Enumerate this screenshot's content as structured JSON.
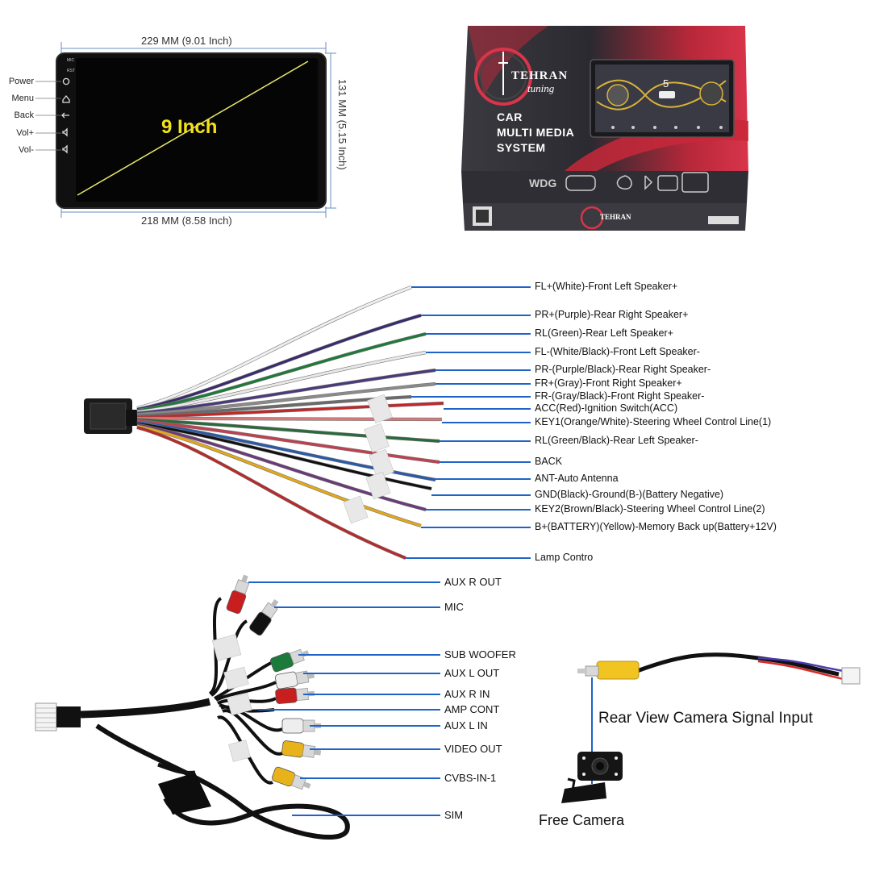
{
  "head_unit": {
    "screen_size_label": "9 Inch",
    "width_top": "229 MM (9.01 Inch)",
    "width_bottom": "218 MM (8.58 Inch)",
    "height_side": "131 MM (5.15 Inch)",
    "buttons": [
      "Power",
      "Menu",
      "Back",
      "Vol+",
      "Vol-"
    ],
    "panel_tags": [
      "MIC",
      "RST"
    ]
  },
  "box": {
    "brand_line1": "TEHRAN",
    "brand_line2": "tuning",
    "tagline": [
      "CAR",
      "MULTI MEDIA",
      "SYSTEM"
    ],
    "screen_clock": "5",
    "side_brand": "TEHRAN"
  },
  "harness_labels": [
    {
      "text": "FL+(White)-Front Left Speaker+",
      "color": "#f0f0f0"
    },
    {
      "text": "PR+(Purple)-Rear Right Speaker+",
      "color": "#3a2a6e"
    },
    {
      "text": "RL(Green)-Rear Left Speaker+",
      "color": "#1f7a3a"
    },
    {
      "text": "FL-(White/Black)-Front Left Speaker-",
      "color": "#e8e8e8"
    },
    {
      "text": "PR-(Purple/Black)-Rear Right Speaker-",
      "color": "#4a3a7a"
    },
    {
      "text": "FR+(Gray)-Front Right Speaker+",
      "color": "#8a8a8a"
    },
    {
      "text": "FR-(Gray/Black)-Front Right Speaker-",
      "color": "#6a6a6a"
    },
    {
      "text": "ACC(Red)-Ignition Switch(ACC)",
      "color": "#c0282a"
    },
    {
      "text": "KEY1(Orange/White)-Steering Wheel Control Line(1)",
      "color": "#d77a7a"
    },
    {
      "text": "RL(Green/Black)-Rear Left Speaker-",
      "color": "#2a6a3a"
    },
    {
      "text": "BACK",
      "color": "#c04050"
    },
    {
      "text": "ANT-Auto Antenna",
      "color": "#2a5aa8"
    },
    {
      "text": "GND(Black)-Ground(B-)(Battery Negative)",
      "color": "#111111"
    },
    {
      "text": "KEY2(Brown/Black)-Steering Wheel Control Line(2)",
      "color": "#6a3a7a"
    },
    {
      "text": "B+(BATTERY)(Yellow)-Memory Back up(Battery+12V)",
      "color": "#e3a81a"
    },
    {
      "text": "Lamp Contro",
      "color": "#b82a2a"
    }
  ],
  "rca_labels": [
    {
      "text": "AUX R OUT",
      "color": "#c81e1e"
    },
    {
      "text": "MIC",
      "color": "#111111"
    },
    {
      "text": "SUB WOOFER",
      "color": "#1c7a3a"
    },
    {
      "text": "AUX L OUT",
      "color": "#eeeeee"
    },
    {
      "text": "AUX R IN",
      "color": "#c81e1e"
    },
    {
      "text": "AMP CONT",
      "color": "#111111"
    },
    {
      "text": "AUX L IN",
      "color": "#eeeeee"
    },
    {
      "text": "VIDEO OUT",
      "color": "#e8b21a"
    },
    {
      "text": "CVBS-IN-1",
      "color": "#e8b21a"
    },
    {
      "text": "SIM",
      "color": "#111111"
    }
  ],
  "camera": {
    "signal_label": "Rear View Camera Signal Input",
    "camera_label": "Free Camera"
  },
  "colors": {
    "leader_line": "#1e64c8",
    "dimension_line": "#6a8fc0",
    "screen_diag": "#e8e86a",
    "box_red": "#c8283a",
    "box_dark": "#2a2a30"
  }
}
